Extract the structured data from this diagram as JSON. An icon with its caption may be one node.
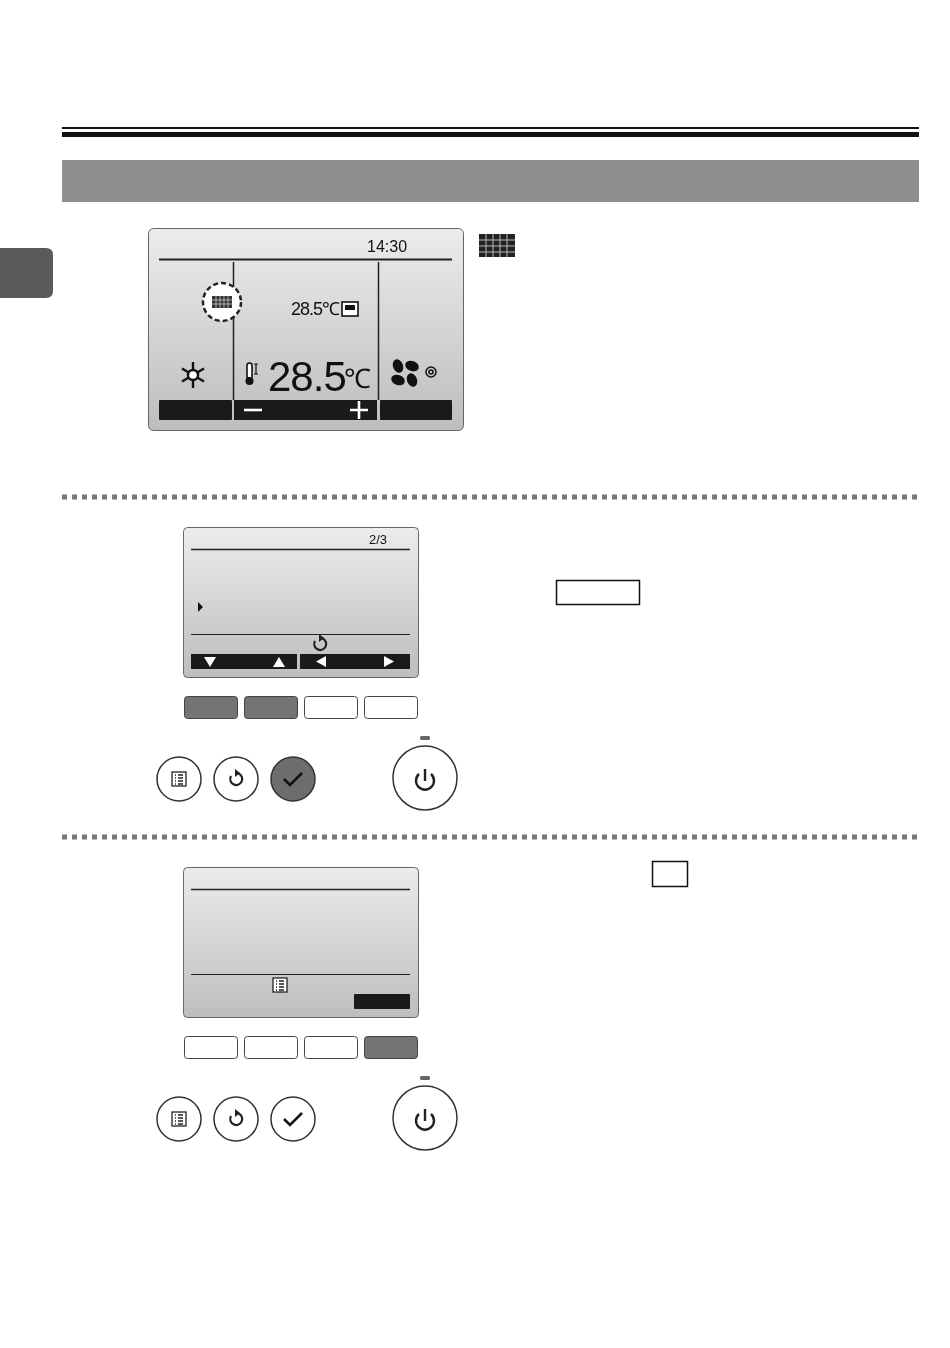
{
  "diagram": {
    "nodes": [
      {
        "text": [],
        "shape": "bar"
      }
    ],
    "labels": [
      "14:30",
      "28.5℃",
      "28.5",
      "℃",
      "2/3"
    ]
  }
}
